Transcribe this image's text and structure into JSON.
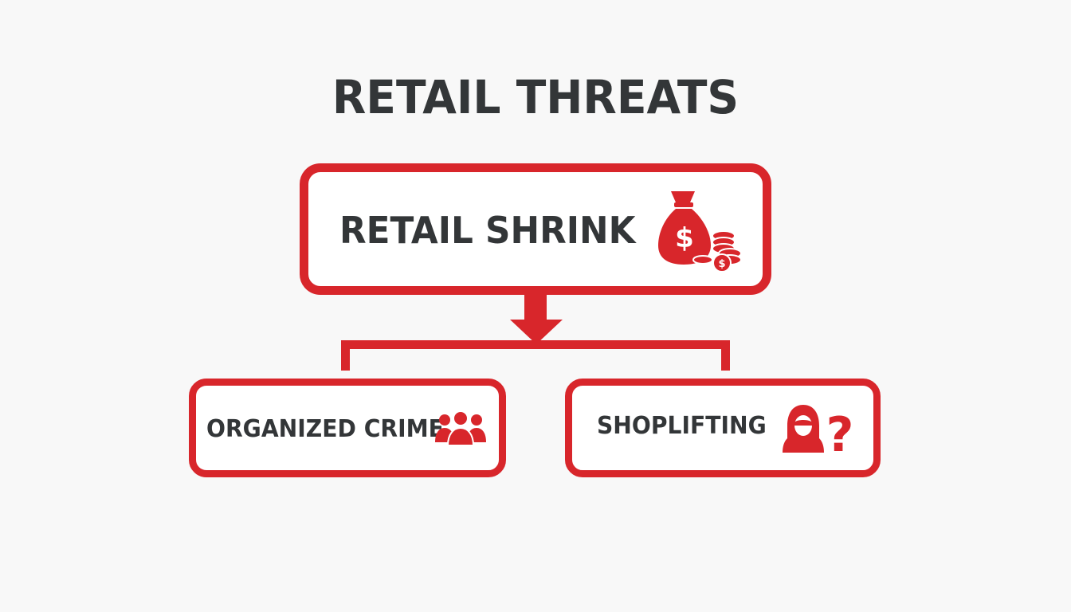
{
  "title": "RETAIL THREATS",
  "root": {
    "label": "RETAIL SHRINK",
    "icon": "money-bag-coins-icon"
  },
  "children": [
    {
      "label": "ORGANIZED CRIME",
      "icon": "group-people-icon"
    },
    {
      "label": "SHOPLIFTING",
      "icon": "hooded-thief-question-icon"
    }
  ],
  "colors": {
    "accent": "#d8262b",
    "text": "#333638",
    "background": "#f8f8f8"
  }
}
